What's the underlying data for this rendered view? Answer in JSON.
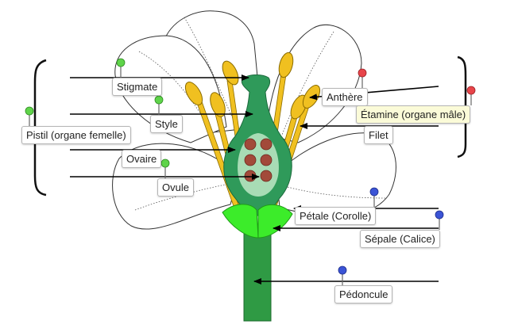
{
  "labels": {
    "stigmate": "Stigmate",
    "style": "Style",
    "pistil": "Pistil (organe femelle)",
    "ovaire": "Ovaire",
    "ovule": "Ovule",
    "anthere": "Anthère",
    "etamine": "Étamine (organe mâle)",
    "filet": "Filet",
    "petale": "Pétale (Corolle)",
    "sepale": "Sépale (Calice)",
    "pedoncule": "Pédoncule"
  },
  "colors": {
    "pin_green": "#5fd44a",
    "pin_red": "#e8454a",
    "pin_blue": "#3b54d6",
    "pistil_dark": "#2f9a5a",
    "pistil_light": "#a8dcb5",
    "ovule": "#a24a3a",
    "stamen": "#f0c020",
    "sepal": "#3cec2a",
    "stem": "#2f9a44",
    "highlight_label": "#fbfbd8"
  }
}
